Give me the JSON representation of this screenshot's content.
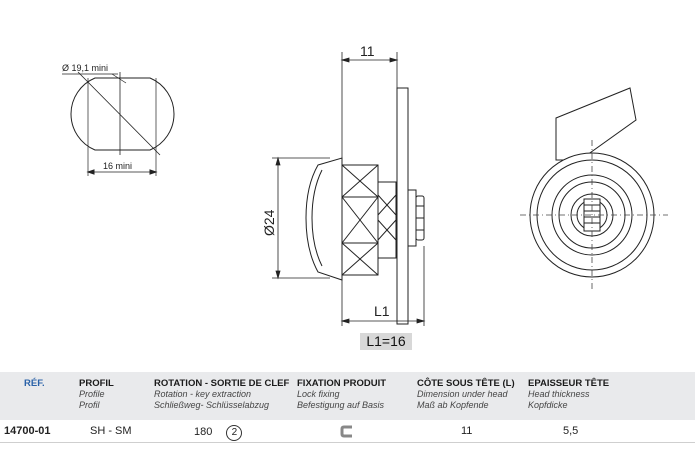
{
  "drawing": {
    "profile_diameter_label": "Ø 19,1 mini",
    "profile_width_label": "16 mini",
    "depth_label": "11",
    "diameter_label": "Ø24",
    "length_label": "L1",
    "length_value_label": "L1=16"
  },
  "table": {
    "headers": [
      {
        "id": "ref",
        "line1": "RÉF.",
        "line2": "",
        "line3": ""
      },
      {
        "id": "profil",
        "line1": "PROFIL",
        "line2": "Profile",
        "line3": "Profil"
      },
      {
        "id": "rotation",
        "line1": "ROTATION - SORTIE DE CLEF",
        "line2": "Rotation - key extraction",
        "line3": "Schließweg- Schlüsselabzug"
      },
      {
        "id": "fixation",
        "line1": "FIXATION PRODUIT",
        "line2": "Lock fixing",
        "line3": "Befestigung auf Basis"
      },
      {
        "id": "cote",
        "line1": "CÔTE SOUS TÊTE (L)",
        "line2": "Dimension under head",
        "line3": "Maß ab Kopfende"
      },
      {
        "id": "epaisseur",
        "line1": "EPAISSEUR TÊTE",
        "line2": "Head thickness",
        "line3": "Kopfdicke"
      }
    ],
    "row": {
      "ref": "14700-01",
      "profil": "SH - SM",
      "rotation": "180",
      "extraction": "2",
      "fixation_icon": "c-clip-icon",
      "cote": "11",
      "epaisseur": "5,5"
    }
  }
}
